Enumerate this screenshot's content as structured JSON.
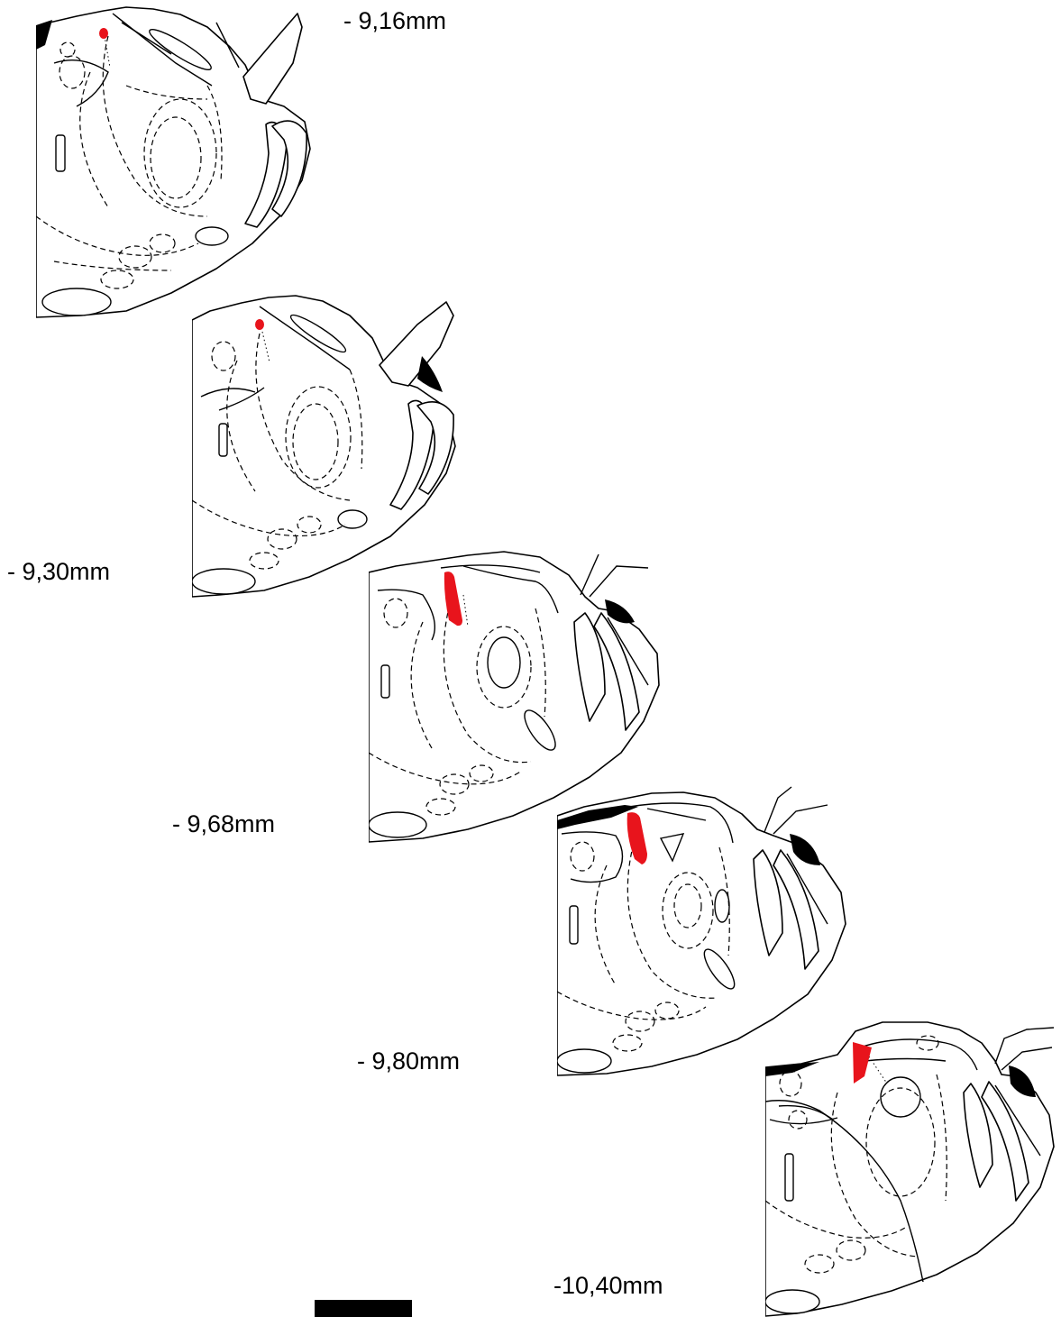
{
  "sections": [
    {
      "label": "- 9,16mm",
      "lesion_color": "#e8141c"
    },
    {
      "label": "- 9,30mm",
      "lesion_color": "#e8141c"
    },
    {
      "label": "- 9,68mm",
      "lesion_color": "#e8141c"
    },
    {
      "label": "- 9,80mm",
      "lesion_color": "#e8141c"
    },
    {
      "label": "-10,40mm",
      "lesion_color": "#e8141c"
    }
  ]
}
